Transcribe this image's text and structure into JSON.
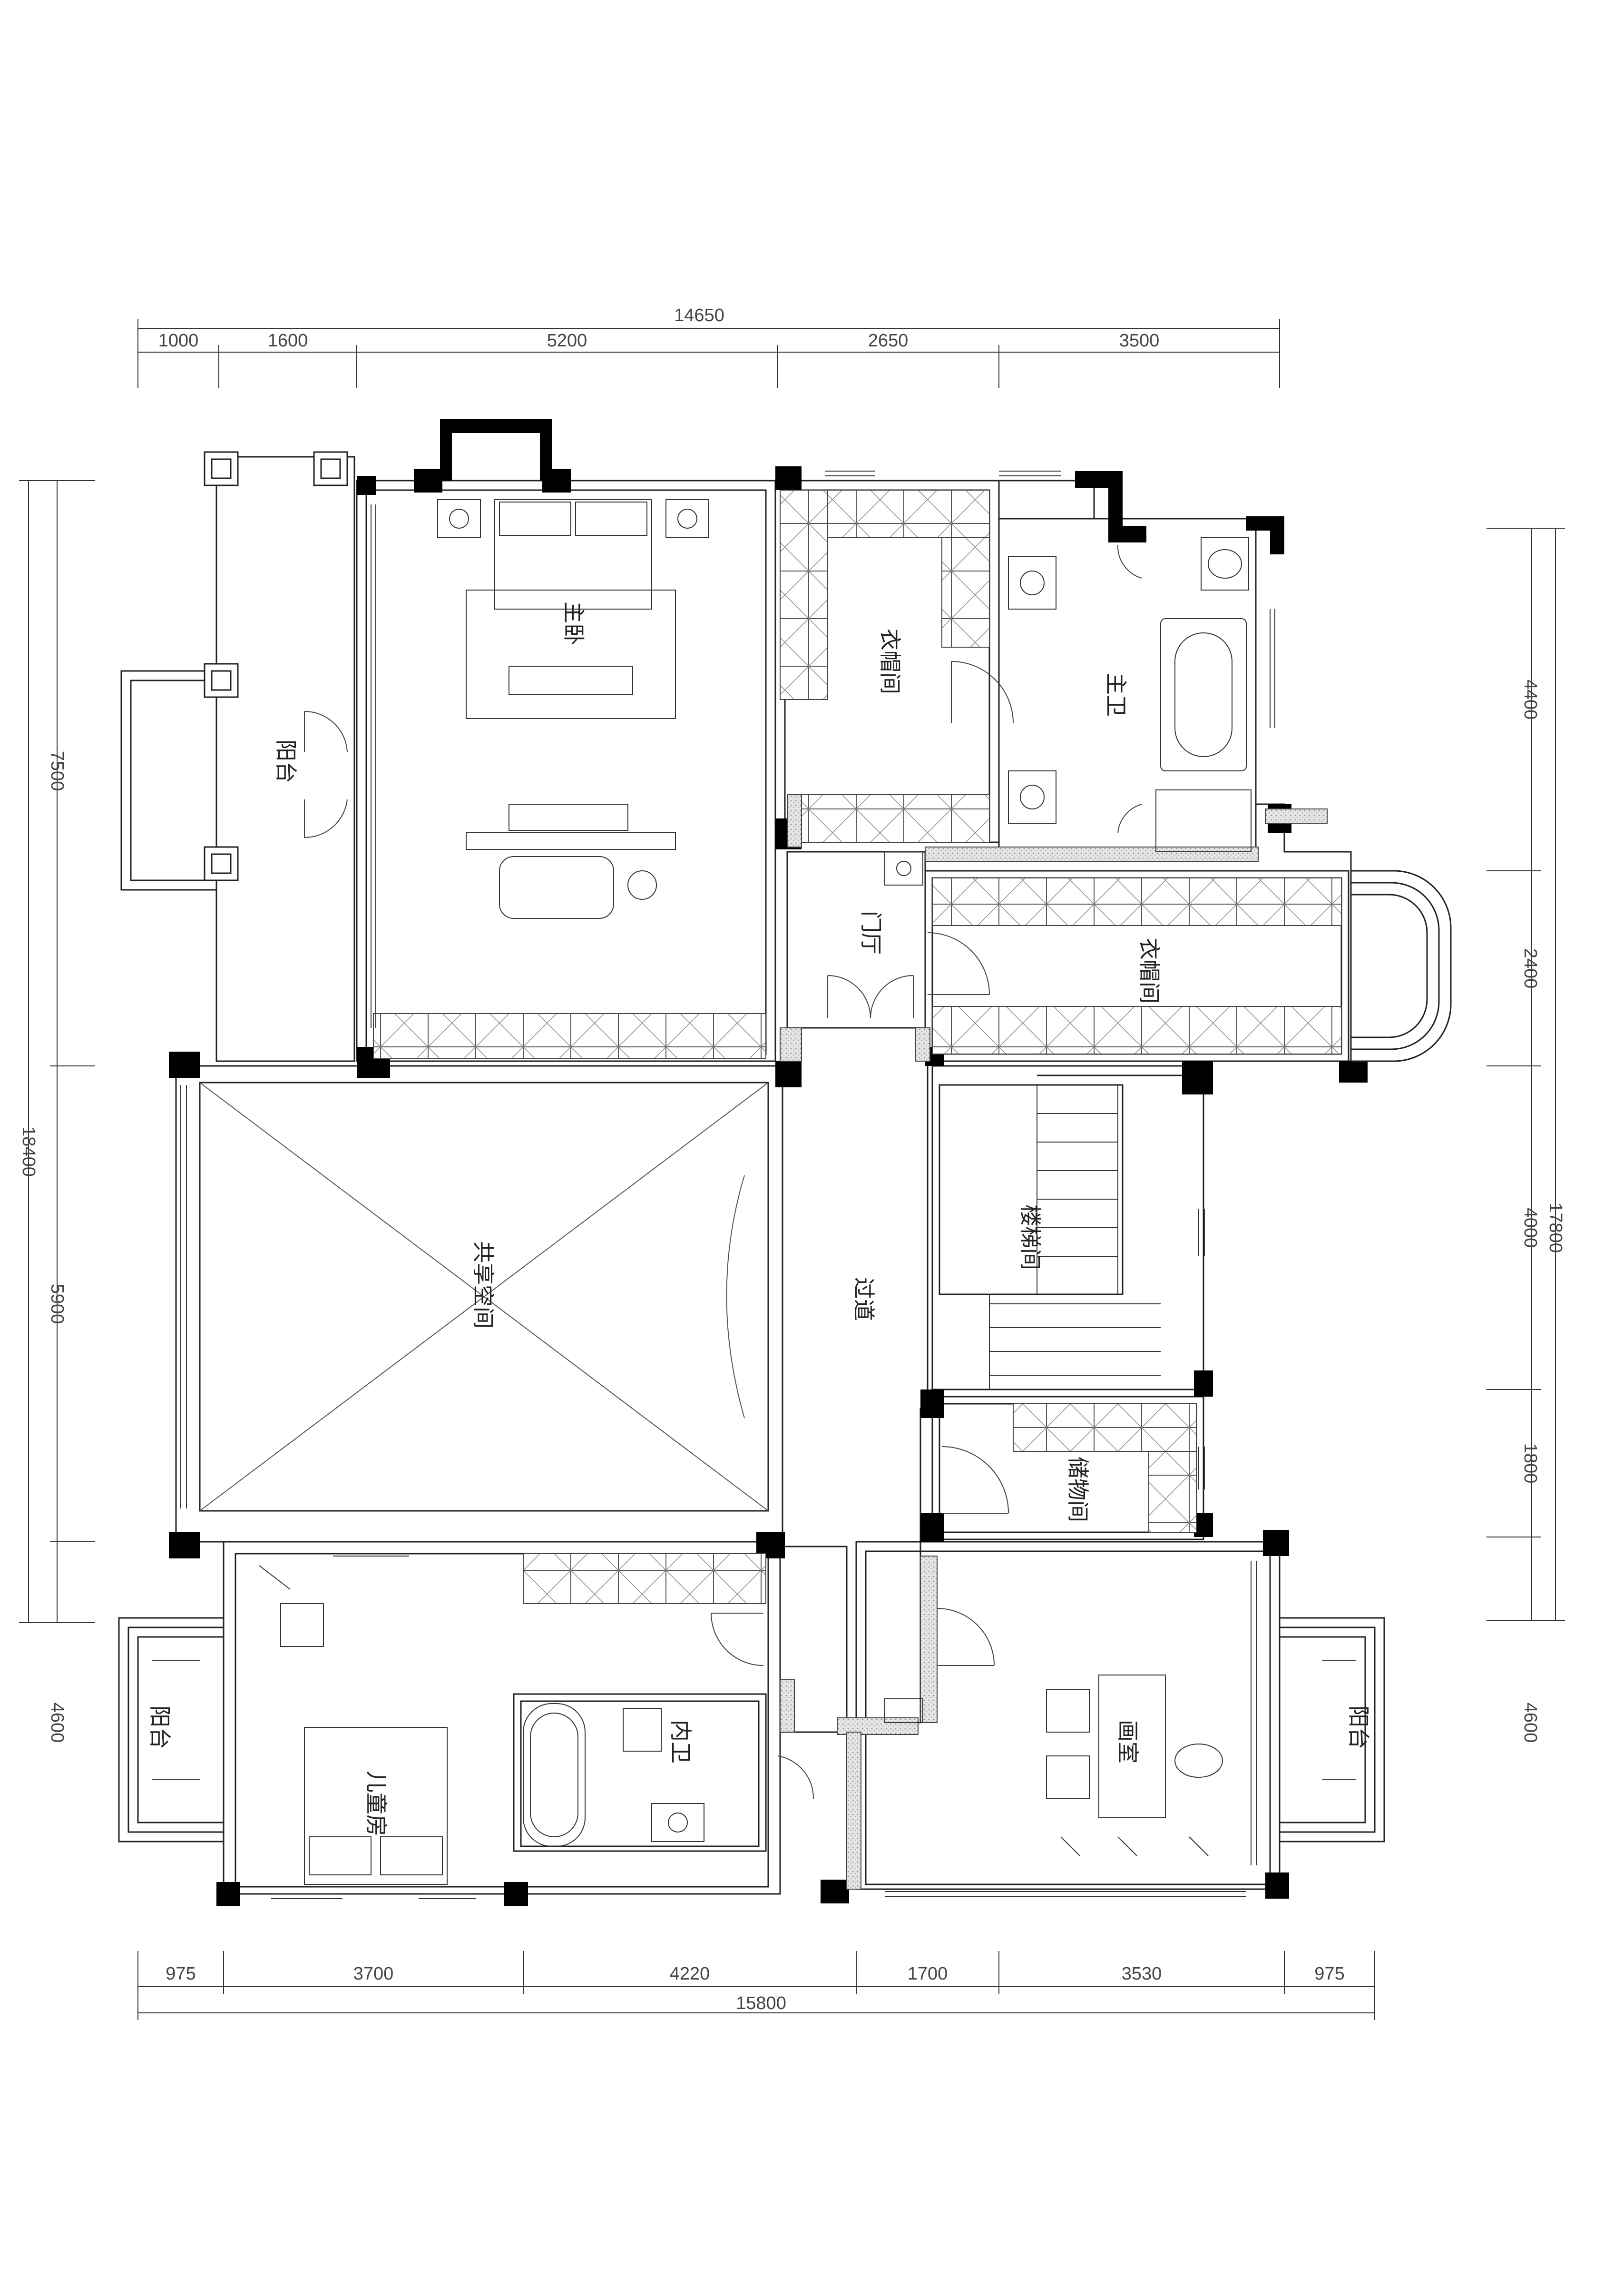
{
  "dimensions": {
    "top_total": "14650",
    "top_segments": [
      "1000",
      "1600",
      "5200",
      "2650",
      "3500"
    ],
    "bottom_segments": [
      "975",
      "3700",
      "4220",
      "1700",
      "3530",
      "975"
    ],
    "bottom_total": "15800",
    "left_total": "18400",
    "left_segments": [
      "7500",
      "5900",
      "4600"
    ],
    "right_total": "17800",
    "right_segments": [
      "4400",
      "2400",
      "4000",
      "1800",
      "4600"
    ]
  },
  "rooms": {
    "master_bedroom": "主卧",
    "west_balcony": "阳台",
    "master_closet": "衣帽间",
    "master_bath": "主卫",
    "foyer": "门厅",
    "east_closet": "衣帽间",
    "void": "共享空间",
    "corridor": "过道",
    "stairwell": "楼梯间",
    "storage": "储物间",
    "kids_room": "儿童房",
    "kids_balcony": "阳台",
    "inner_bath": "内卫",
    "studio": "画室",
    "east_balcony": "阳台"
  },
  "colors": {
    "wall": "#000000",
    "line": "#222222",
    "hatch": "#d9d9d9"
  }
}
